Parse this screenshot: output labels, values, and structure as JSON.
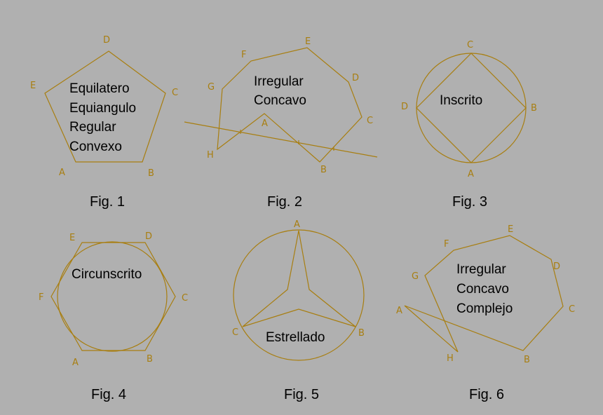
{
  "colors": {
    "background": "#b0b0b0",
    "stroke": "#a87e10",
    "text": "#000000"
  },
  "figures": [
    {
      "caption": "Fig. 1",
      "text": [
        "Equilatero",
        "Equiangulo",
        "Regular",
        "Convexo"
      ],
      "vertices": [
        "A",
        "B",
        "C",
        "D",
        "E"
      ]
    },
    {
      "caption": "Fig. 2",
      "text": [
        "Irregular",
        "Concavo"
      ],
      "vertices": [
        "A",
        "B",
        "C",
        "D",
        "E",
        "F",
        "G",
        "H"
      ]
    },
    {
      "caption": "Fig. 3",
      "text": [
        "Inscrito"
      ],
      "vertices": [
        "A",
        "B",
        "C",
        "D"
      ]
    },
    {
      "caption": "Fig. 4",
      "text": [
        "Circunscrito"
      ],
      "vertices": [
        "A",
        "B",
        "C",
        "D",
        "E",
        "F"
      ]
    },
    {
      "caption": "Fig. 5",
      "text": [
        "Estrellado"
      ],
      "vertices": [
        "A",
        "B",
        "C"
      ]
    },
    {
      "caption": "Fig. 6",
      "text": [
        "Irregular",
        "Concavo",
        "Complejo"
      ],
      "vertices": [
        "A",
        "B",
        "C",
        "D",
        "E",
        "F",
        "G",
        "H"
      ]
    }
  ]
}
